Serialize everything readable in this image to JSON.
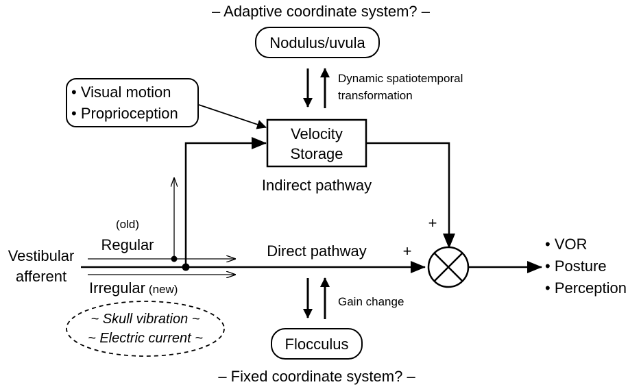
{
  "top_caption": "– Adaptive coordinate system? –",
  "bottom_caption": "– Fixed coordinate system? –",
  "nodulus": {
    "label": "Nodulus/uvula"
  },
  "dynamic_label": {
    "line1": "Dynamic spatiotemporal",
    "line2": "transformation"
  },
  "sensory_inputs": {
    "items": [
      "• Visual motion",
      "• Proprioception"
    ]
  },
  "velocity_storage": {
    "line1": "Velocity",
    "line2": "Storage"
  },
  "indirect_pathway": "Indirect pathway",
  "direct_pathway": "Direct pathway",
  "vestibular_afferent": {
    "line1": "Vestibular",
    "line2": "afferent"
  },
  "regular": {
    "qualifier": "(old)",
    "label": "Regular"
  },
  "irregular": {
    "label": "Irregular",
    "qualifier": "(new)"
  },
  "stimuli": {
    "line1": "~ Skull vibration ~",
    "line2": "~ Electric current ~"
  },
  "plus_signs": {
    "top": "+",
    "left": "+"
  },
  "gain_change": "Gain change",
  "flocculus": {
    "label": "Flocculus"
  },
  "outputs": {
    "items": [
      "• VOR",
      "• Posture",
      "• Perception"
    ]
  }
}
